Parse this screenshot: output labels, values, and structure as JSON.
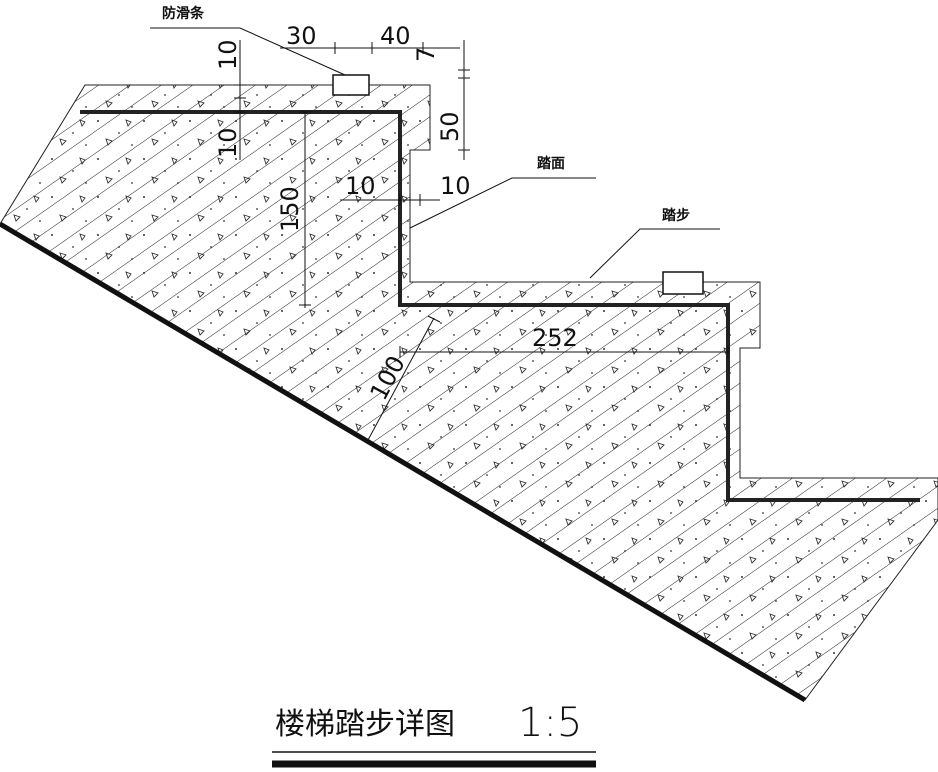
{
  "labels": {
    "anti_slip_strip": "防滑条",
    "tread_surface": "踏面",
    "step": "踏步"
  },
  "dimensions": {
    "d30": "30",
    "d40": "40",
    "d7": "7",
    "d10_top": "10",
    "d10_left": "10",
    "d50": "50",
    "d150": "150",
    "d10_mid_left": "10",
    "d10_mid_right": "10",
    "d252": "252",
    "d100": "100"
  },
  "title": {
    "text": "楼梯踏步详图",
    "scale": "1:5"
  },
  "colors": {
    "line": "#111111",
    "background": "#ffffff"
  }
}
